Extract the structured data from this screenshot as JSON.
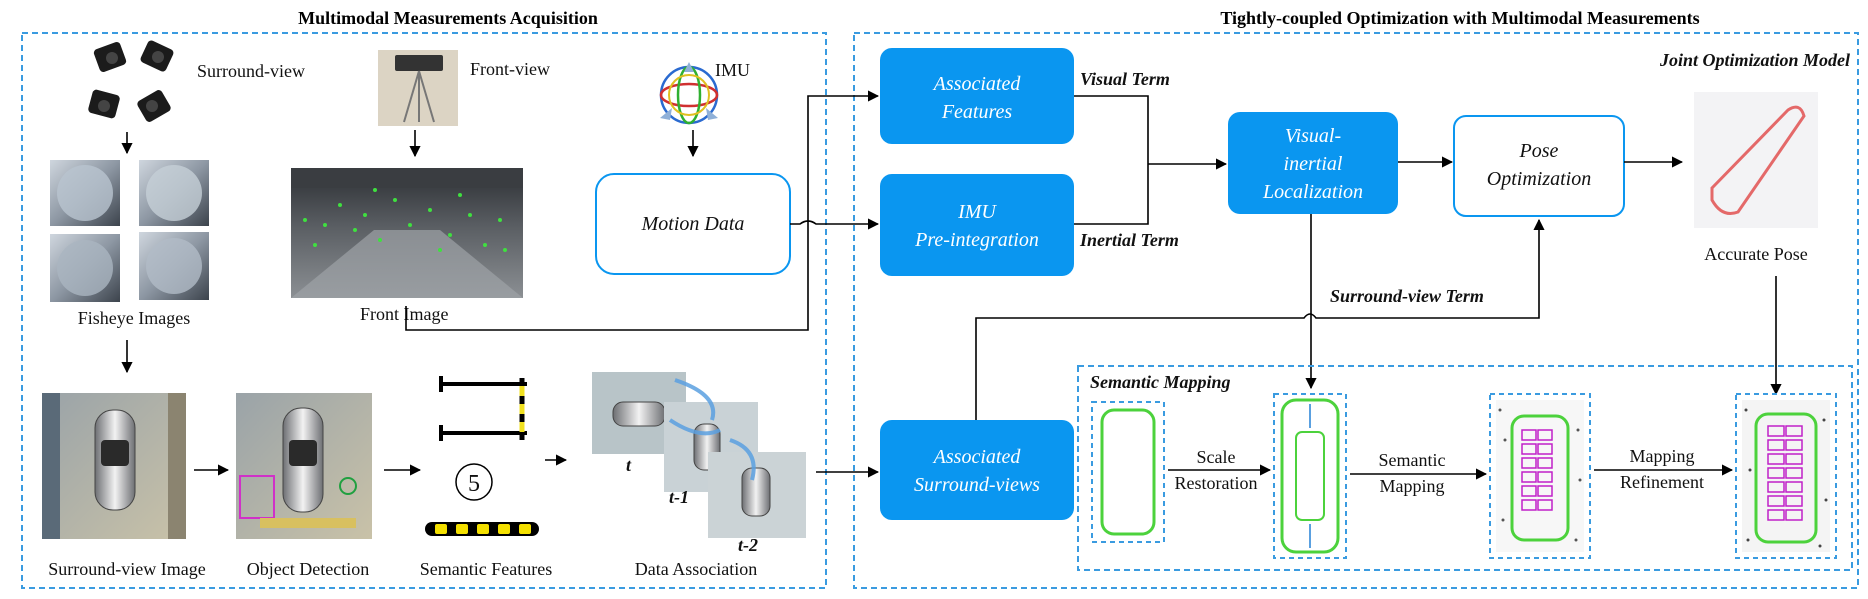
{
  "left_panel": {
    "title": "Multimodal Measurements Acquisition",
    "surround_view": "Surround-view",
    "front_view": "Front-view",
    "imu": "IMU",
    "fisheye_images": "Fisheye Images",
    "front_image": "Front Image",
    "motion_data": "Motion Data",
    "surround_view_image": "Surround-view Image",
    "object_detection": "Object Detection",
    "semantic_features": "Semantic Features",
    "data_association": "Data Association",
    "circled_number": "5",
    "frame_labels": [
      "t",
      "t-1",
      "t-2"
    ]
  },
  "right_panel": {
    "title": "Tightly-coupled Optimization with Multimodal Measurements",
    "joint_model": "Joint Optimization Model",
    "associated_features": [
      "Associated",
      "Features"
    ],
    "imu_preintegration": [
      "IMU",
      "Pre-integration"
    ],
    "associated_surround_views": [
      "Associated",
      "Surround-views"
    ],
    "visual_inertial_localization": [
      "Visual-",
      "inertial",
      "Localization"
    ],
    "pose_optimization": [
      "Pose",
      "Optimization"
    ],
    "accurate_pose": "Accurate Pose",
    "visual_term": "Visual Term",
    "inertial_term": "Inertial Term",
    "surround_view_term": "Surround-view Term",
    "semantic_mapping_title": "Semantic Mapping",
    "scale_restoration": [
      "Scale",
      "Restoration"
    ],
    "semantic_mapping_step": [
      "Semantic",
      "Mapping"
    ],
    "mapping_refinement": [
      "Mapping",
      "Refinement"
    ]
  },
  "colors": {
    "accent_blue": "#0A96F0",
    "dashed_border": "#3A9BE0",
    "map_green": "#4CD23C",
    "map_magenta": "#C020C8"
  }
}
